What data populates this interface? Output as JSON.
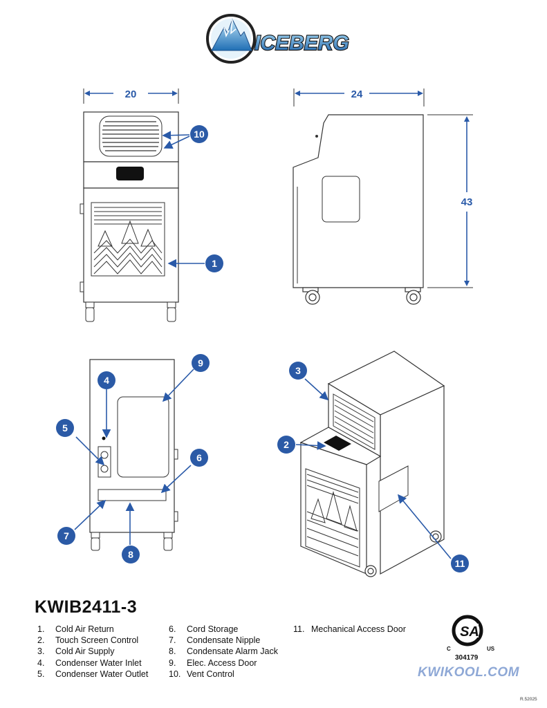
{
  "brand": {
    "name": "ICEBERG"
  },
  "dimensions": {
    "front_width": "20",
    "side_depth": "24",
    "height": "43"
  },
  "callouts": [
    "1",
    "2",
    "3",
    "4",
    "5",
    "6",
    "7",
    "8",
    "9",
    "10",
    "11"
  ],
  "model": "KWIB2411-3",
  "legend": {
    "col1": [
      {
        "num": "1.",
        "label": "Cold Air Return"
      },
      {
        "num": "2.",
        "label": "Touch Screen Control"
      },
      {
        "num": "3.",
        "label": "Cold Air Supply"
      },
      {
        "num": "4.",
        "label": "Condenser Water Inlet"
      },
      {
        "num": "5.",
        "label": "Condenser Water Outlet"
      }
    ],
    "col2": [
      {
        "num": "6.",
        "label": "Cord Storage"
      },
      {
        "num": "7.",
        "label": "Condensate Nipple"
      },
      {
        "num": "8.",
        "label": "Condensate Alarm Jack"
      },
      {
        "num": "9.",
        "label": "Elec. Access Door"
      },
      {
        "num": "10.",
        "label": "Vent Control"
      }
    ],
    "col3": [
      {
        "num": "11.",
        "label": "Mechanical Access Door"
      }
    ]
  },
  "certification": {
    "c": "C",
    "us": "US",
    "number": "304179"
  },
  "website": "KWIKOOL.COM",
  "revision": "R.52025",
  "colors": {
    "accent": "#2a5aa8",
    "callout": "#2b5aa6",
    "kwikool": "#8ea8d6"
  }
}
